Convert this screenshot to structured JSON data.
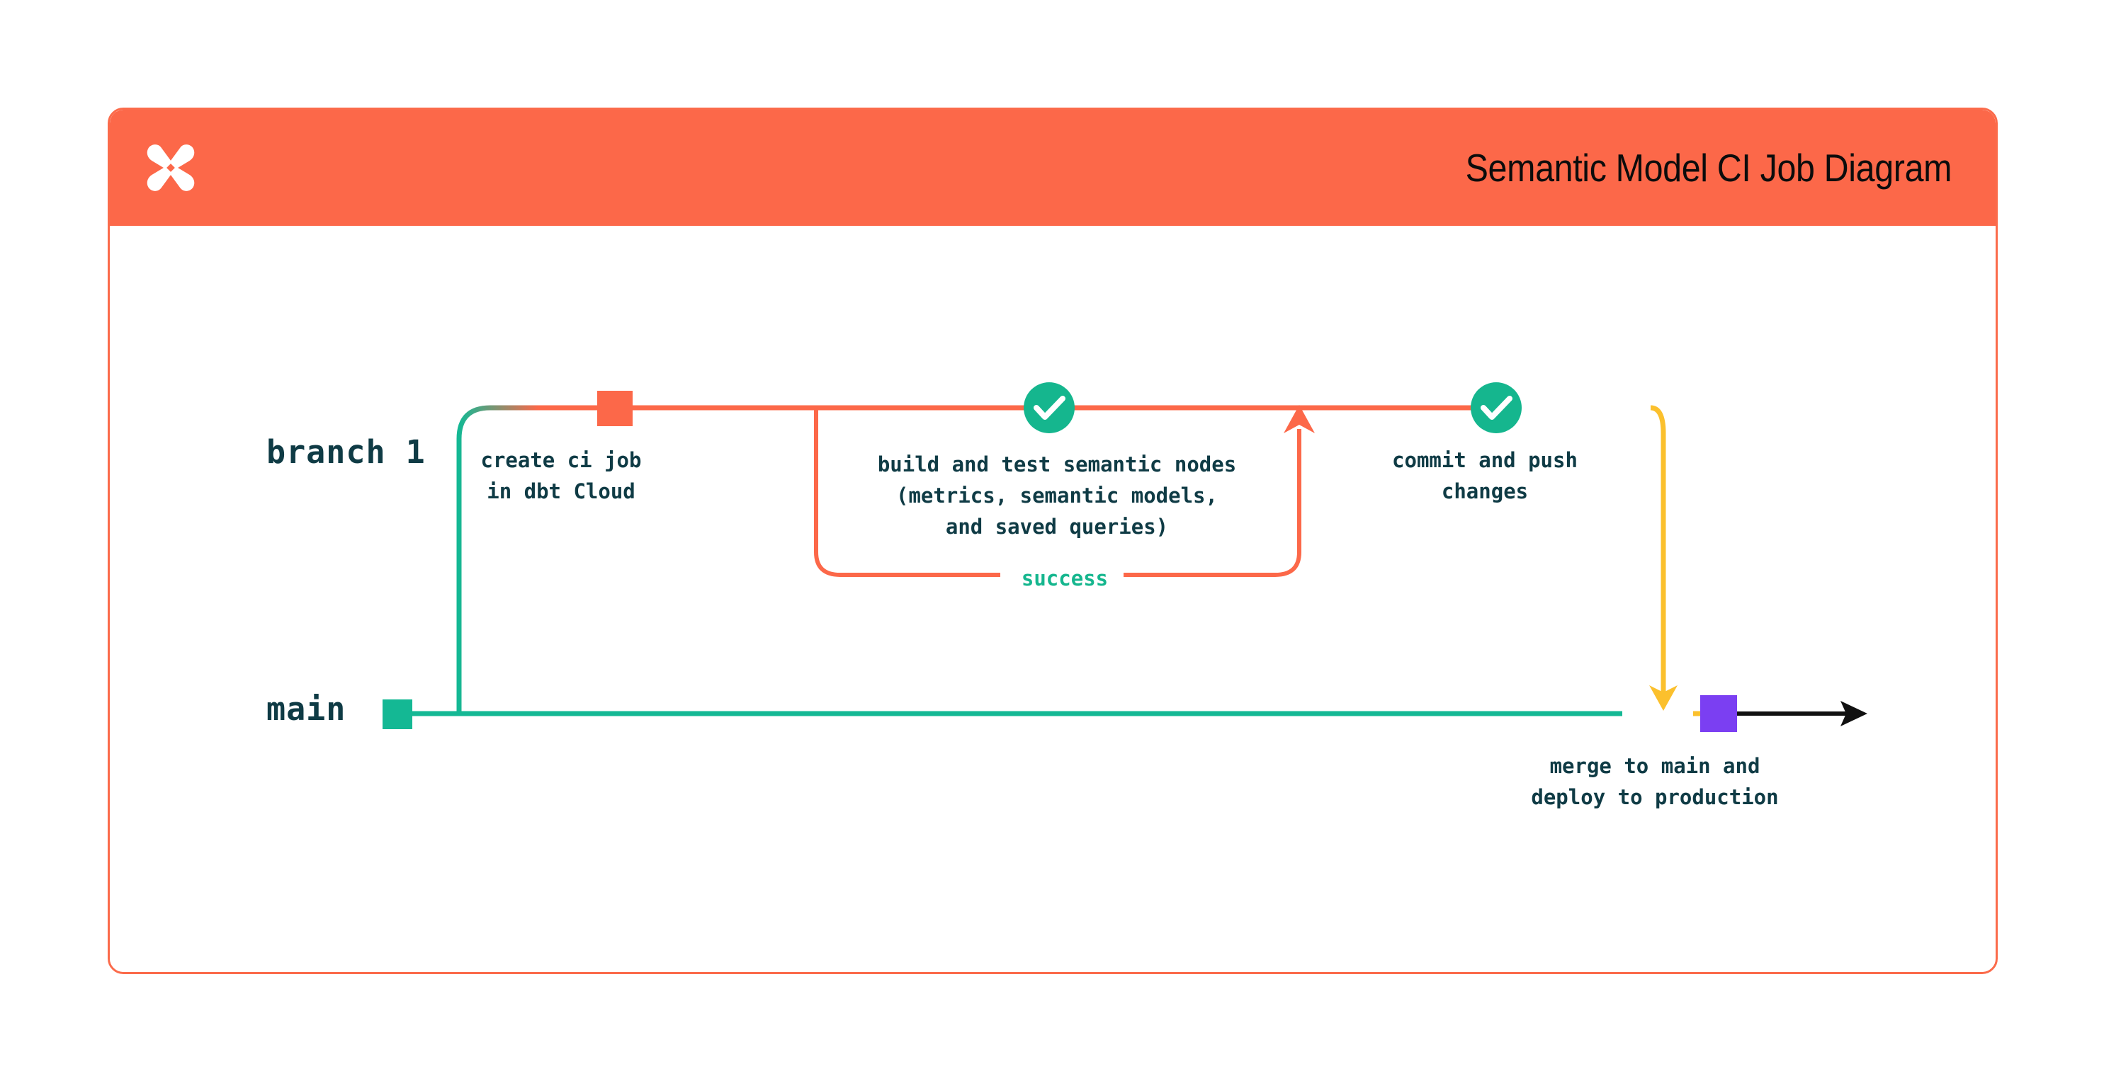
{
  "card": {
    "title": "Semantic Model CI Job Diagram",
    "logo_icon": "dbt-logo-icon",
    "header_color": "#FC6849",
    "border_color": "#FB6B4B"
  },
  "diagram": {
    "type": "git-branch-flow",
    "lanes": [
      {
        "id": "branch-1",
        "label": "branch 1",
        "color": "#FC6849"
      },
      {
        "id": "main",
        "label": "main",
        "color": "#14B894"
      }
    ],
    "nodes": [
      {
        "id": "create-ci-job",
        "lane": "branch-1",
        "marker": "square",
        "marker_color": "#FC6849",
        "caption": "create ci job\nin dbt Cloud"
      },
      {
        "id": "build-and-test",
        "lane": "branch-1",
        "marker": "check-circle",
        "marker_color": "#15B68E",
        "caption": "build and test semantic nodes\n(metrics, semantic models,\nand saved queries)"
      },
      {
        "id": "commit-and-push",
        "lane": "branch-1",
        "marker": "check-circle",
        "marker_color": "#15B68E",
        "caption": "commit and push\nchanges"
      },
      {
        "id": "merge-to-main",
        "lane": "main",
        "marker": "square",
        "marker_color": "#7B3FF2",
        "caption": "merge to main and\ndeploy to production"
      }
    ],
    "edges": [
      {
        "id": "retry-loop",
        "from": "build-and-test",
        "to": "build-and-test",
        "label": "success",
        "label_color": "#15B68E",
        "stroke": "#FC6849"
      },
      {
        "id": "branch-to-main-merge",
        "from": "commit-and-push",
        "to": "merge-to-main",
        "stroke": "#FBC02D"
      },
      {
        "id": "main-continues",
        "from": "merge-to-main",
        "to": "production",
        "stroke": "#111111"
      }
    ],
    "colors": {
      "orange": "#FC6849",
      "green": "#14B894",
      "green_check": "#15B68E",
      "yellow": "#FBC02D",
      "purple": "#7B3FF2",
      "ink": "#0F3B45",
      "black": "#111111"
    }
  }
}
